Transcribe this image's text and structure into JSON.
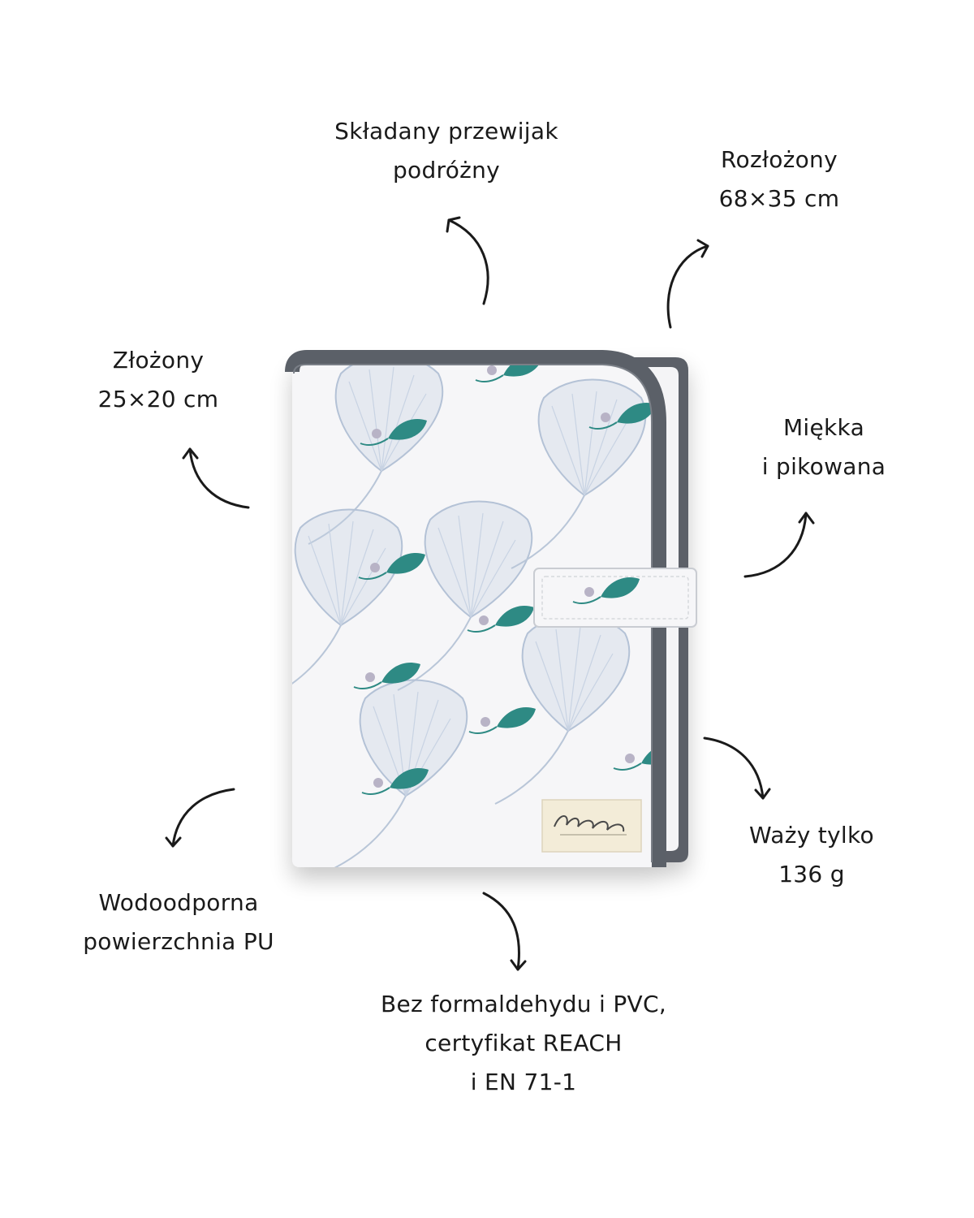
{
  "callouts": {
    "type": {
      "lines": [
        "Składany przewijak",
        "podróżny"
      ]
    },
    "unfolded": {
      "lines": [
        "Rozłożony",
        "68×35 cm"
      ]
    },
    "folded": {
      "lines": [
        "Złożony",
        "25×20 cm"
      ]
    },
    "soft": {
      "lines": [
        "Miękka",
        "i pikowana"
      ]
    },
    "weight": {
      "lines": [
        "Waży tylko",
        "136 g"
      ]
    },
    "waterproof": {
      "lines": [
        "Wodoodporna",
        "powierzchnia PU"
      ]
    },
    "certificate": {
      "lines": [
        "Bez formaldehydu i PVC,",
        "certyfikat REACH",
        "i EN 71-1"
      ]
    }
  },
  "colors": {
    "fabric": "#f6f6f8",
    "piping": "#5b6068",
    "leaf_blue": "#b9c6d8",
    "leaf_teal": "#2e8a84",
    "arrow": "#1a1a1a",
    "label": "#f3ecd8"
  },
  "icons": [
    "curved-arrow-icon"
  ]
}
